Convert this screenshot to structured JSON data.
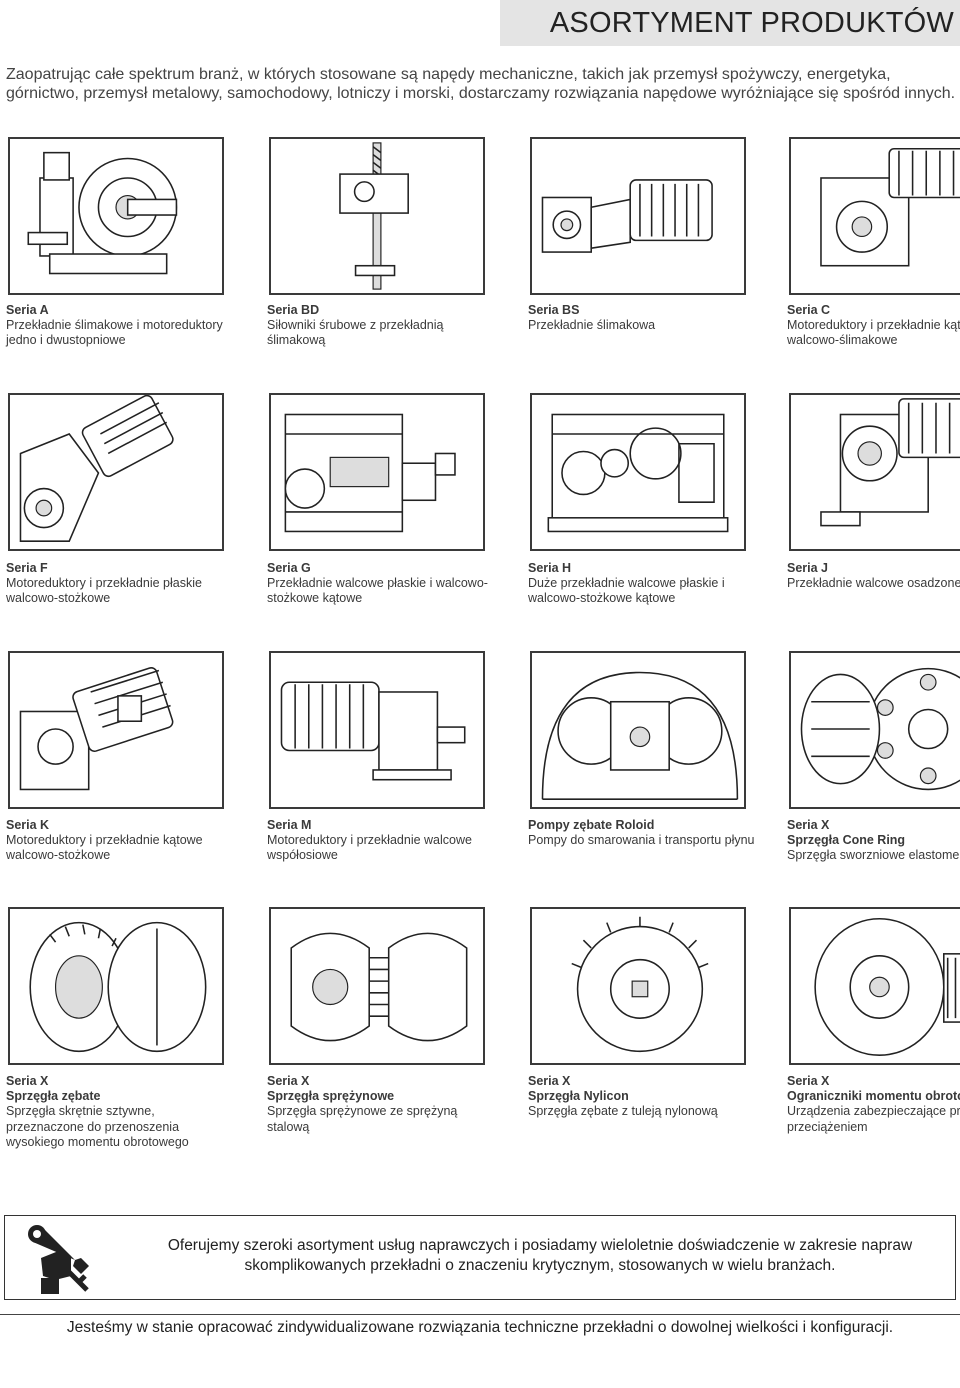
{
  "header": {
    "title": "ASORTYMENT PRODUKTÓW"
  },
  "intro": "Zaopatrując całe spektrum branż, w których stosowane są napędy mechaniczne, takich jak przemysł spożywczy, energetyka, górnictwo, przemysł metalowy, samochodowy, lotniczy i morski, dostarczamy rozwiązania napędowe wyróżniające się spośród innych.",
  "products": [
    {
      "series": "Seria A",
      "subtitle": "",
      "desc": "Przekładnie ślimakowe i motoreduktory jedno i dwustopniowe",
      "icon": "worm-gearbox-icon"
    },
    {
      "series": "Seria BD",
      "subtitle": "",
      "desc": "Siłowniki śrubowe z przekładnią ślimakową",
      "icon": "screw-jack-icon"
    },
    {
      "series": "Seria BS",
      "subtitle": "",
      "desc": "Przekładnie ślimakowa",
      "icon": "worm-gear-motor-icon"
    },
    {
      "series": "Seria C",
      "subtitle": "",
      "desc": "Motoreduktory i przekładnie kątowe walcowo-ślimakowe",
      "icon": "helical-worm-motor-icon"
    },
    {
      "series": "Seria F",
      "subtitle": "",
      "desc": "Motoreduktory i przekładnie płaskie walcowo-stożkowe",
      "icon": "parallel-shaft-motor-icon"
    },
    {
      "series": "Seria G",
      "subtitle": "",
      "desc": "Przekładnie walcowe płaskie i walcowo-stożkowe kątowe",
      "icon": "helical-gearbox-icon"
    },
    {
      "series": "Seria H",
      "subtitle": "",
      "desc": "Duże przekładnie walcowe płaskie i walcowo-stożkowe kątowe",
      "icon": "large-gearbox-icon"
    },
    {
      "series": "Seria J",
      "subtitle": "",
      "desc": "Przekładnie walcowe osadzone na wale",
      "icon": "shaft-mounted-gearbox-icon"
    },
    {
      "series": "Seria K",
      "subtitle": "",
      "desc": "Motoreduktory i przekładnie kątowe walcowo-stożkowe",
      "icon": "bevel-helical-motor-icon"
    },
    {
      "series": "Seria M",
      "subtitle": "",
      "desc": "Motoreduktory i przekładnie walcowe współosiowe",
      "icon": "inline-helical-motor-icon"
    },
    {
      "series": "Pompy zębate Roloid",
      "subtitle": "",
      "desc": "Pompy do smarowania i transportu płynu",
      "icon": "gear-pump-icon"
    },
    {
      "series": "Seria X",
      "subtitle": "Sprzęgła Cone Ring",
      "desc": "Sprzęgła sworzniowe elastomerowe",
      "icon": "pin-coupling-icon"
    },
    {
      "series": "Seria X",
      "subtitle": "Sprzęgła zębate",
      "desc": "Sprzęgła skrętnie sztywne, przeznaczone do przenoszenia wysokiego momentu obrotowego",
      "icon": "gear-coupling-icon"
    },
    {
      "series": "Seria X",
      "subtitle": "Sprzęgła sprężynowe",
      "desc": "Sprzęgła sprężynowe ze sprężyną stalową",
      "icon": "grid-coupling-icon"
    },
    {
      "series": "Seria X",
      "subtitle": "Sprzęgła Nylicon",
      "desc": "Sprzęgła zębate z tuleją nylonową",
      "icon": "nylon-coupling-icon"
    },
    {
      "series": "Seria X",
      "subtitle": "Ograniczniki momentu obrotowego",
      "desc": "Urządzenia zabezpieczające przed przeciążeniem",
      "icon": "torque-limiter-icon"
    }
  ],
  "service": {
    "icon": "wrench-hand-icon",
    "text": "Oferujemy szeroki asortyment usług naprawczych i posiadamy wieloletnie doświadczenie w zakresie napraw skomplikowanych przekładni o znaczeniu krytycznym, stosowanych w wielu branżach."
  },
  "footer": "Jesteśmy w stanie opracować zindywidualizowane rozwiązania techniczne przekładni o dowolnej wielkości i konfiguracji."
}
